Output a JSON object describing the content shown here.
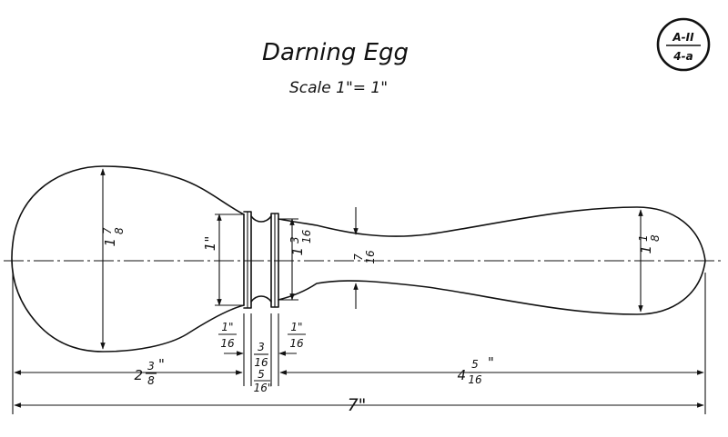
{
  "title": "Darning Egg",
  "scale": "Scale 1\"= 1\"",
  "badge": {
    "top": "A-II",
    "bottom": "4-a"
  },
  "dimensions": {
    "egg_diameter": {
      "whole": "1",
      "num": "7",
      "den": "8",
      "unit": "\""
    },
    "collar_height": "1\"",
    "ring_diameter": {
      "whole": "1",
      "num": "3",
      "den": "16",
      "unit": "\""
    },
    "neck_diameter": {
      "num": "7",
      "den": "16",
      "unit": "\""
    },
    "handle_diameter": {
      "whole": "1",
      "num": "1",
      "den": "8",
      "unit": "\""
    },
    "left_gap": {
      "num": "1\"",
      "den": "16"
    },
    "mid_gap": {
      "num": "3",
      "den": "16"
    },
    "right_gap": {
      "num": "1\"",
      "den": "16"
    },
    "collar_total": {
      "num": "5",
      "den": "16\""
    },
    "egg_length": {
      "whole": "2",
      "num": "3",
      "den": "8",
      "unit": "\""
    },
    "handle_length": {
      "whole": "4",
      "num": "5",
      "den": "16",
      "unit": "\""
    },
    "overall_length": "7\""
  }
}
